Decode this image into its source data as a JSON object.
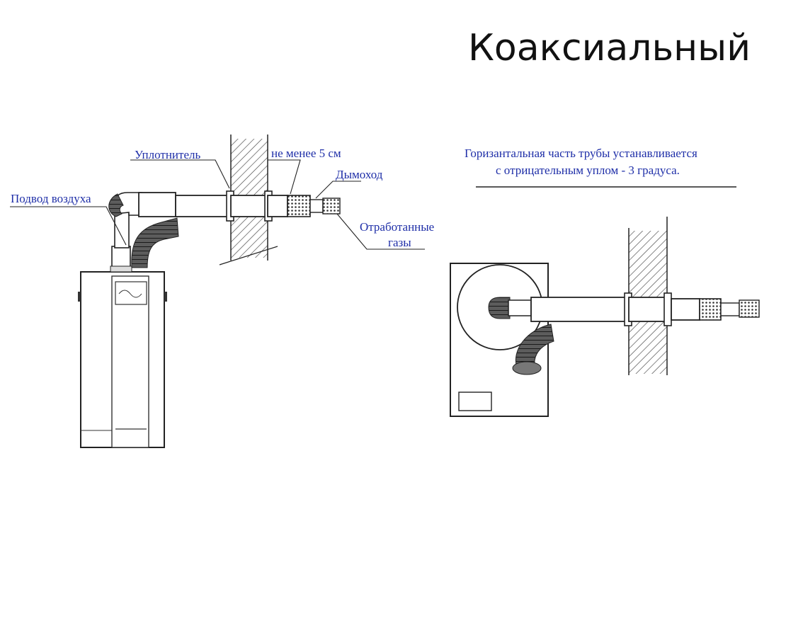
{
  "title": "Коаксиальный",
  "colors": {
    "label": "#1f2fa8",
    "line": "#222222",
    "background": "#ffffff"
  },
  "left_diagram": {
    "labels": {
      "seal": "Уплотнитель",
      "min_distance": "не менее 5 см",
      "chimney": "Дымоход",
      "air_supply": "Подвод воздуха",
      "exhaust_line1": "Отработанные",
      "exhaust_line2": "газы"
    }
  },
  "right_diagram": {
    "note_line1": "Горизантальная часть трубы устанавливается",
    "note_line2": "с отрицательным уплом - 3 градуса."
  }
}
